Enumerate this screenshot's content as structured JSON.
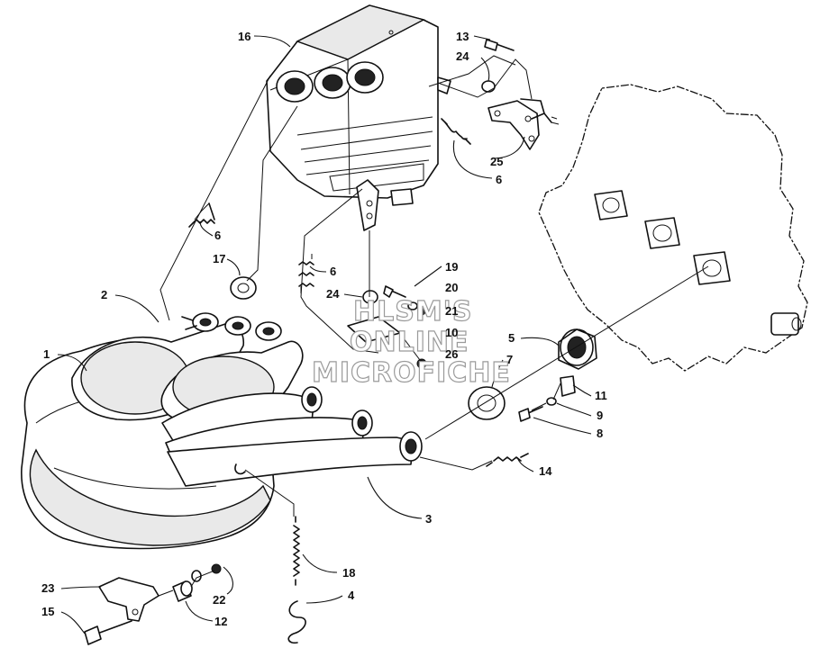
{
  "callouts": {
    "c1": "1",
    "c2": "2",
    "c3": "3",
    "c4": "4",
    "c5": "5",
    "c6a": "6",
    "c6b": "6",
    "c6c": "6",
    "c7": "7",
    "c8": "8",
    "c9": "9",
    "c10": "10",
    "c11": "11",
    "c12": "12",
    "c13": "13",
    "c14": "14",
    "c15": "15",
    "c16": "16",
    "c17": "17",
    "c18": "18",
    "c19": "19",
    "c20": "20",
    "c21": "21",
    "c22": "22",
    "c23": "23",
    "c24a": "24",
    "c24b": "24",
    "c25": "25",
    "c26": "26"
  },
  "watermark": {
    "line1": "HLSM'S",
    "line2": "ONLINE",
    "line3": "MICROFICHE"
  }
}
